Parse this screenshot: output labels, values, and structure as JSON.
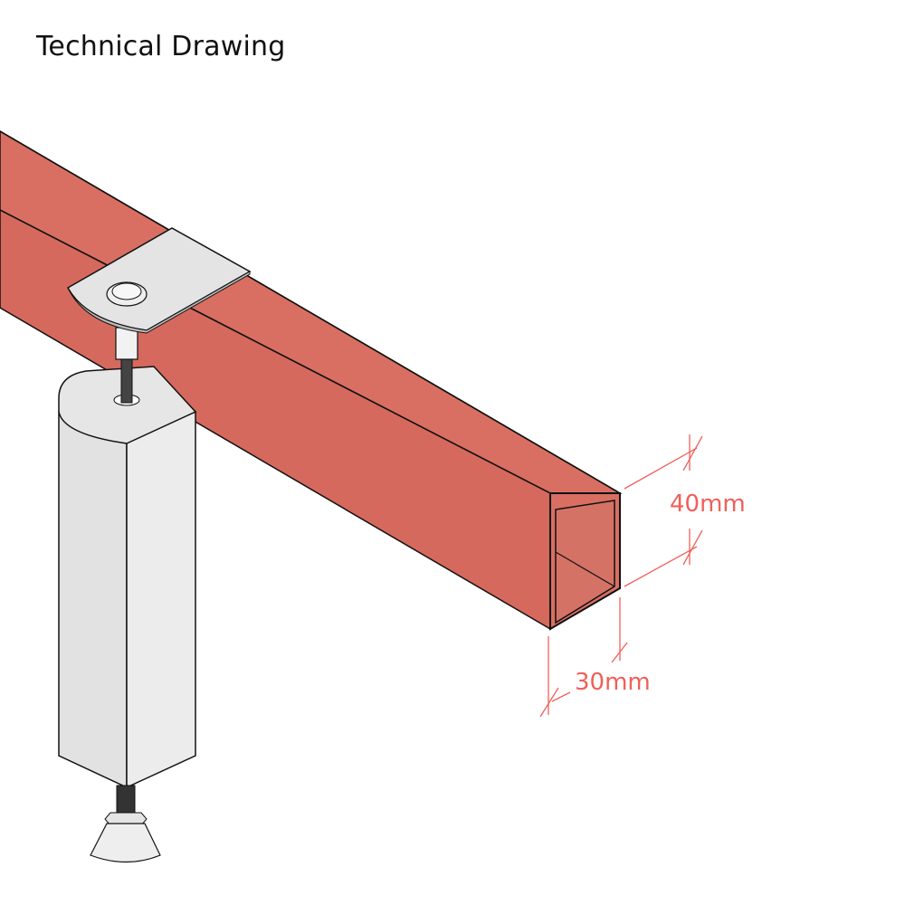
{
  "title": "Technical Drawing",
  "dimensions": {
    "height_label": "40mm",
    "width_label": "30mm"
  },
  "colors": {
    "beam_fill": "#d86f62",
    "beam_dark": "#c95f52",
    "metal_fill": "#e4e4e4",
    "outline": "#111111",
    "dimension": "#f0605a"
  },
  "parts": {
    "beam": "square tube rail",
    "bracket": "top clamp plate",
    "leg": "square support leg",
    "foot": "adjustable leveling foot"
  }
}
